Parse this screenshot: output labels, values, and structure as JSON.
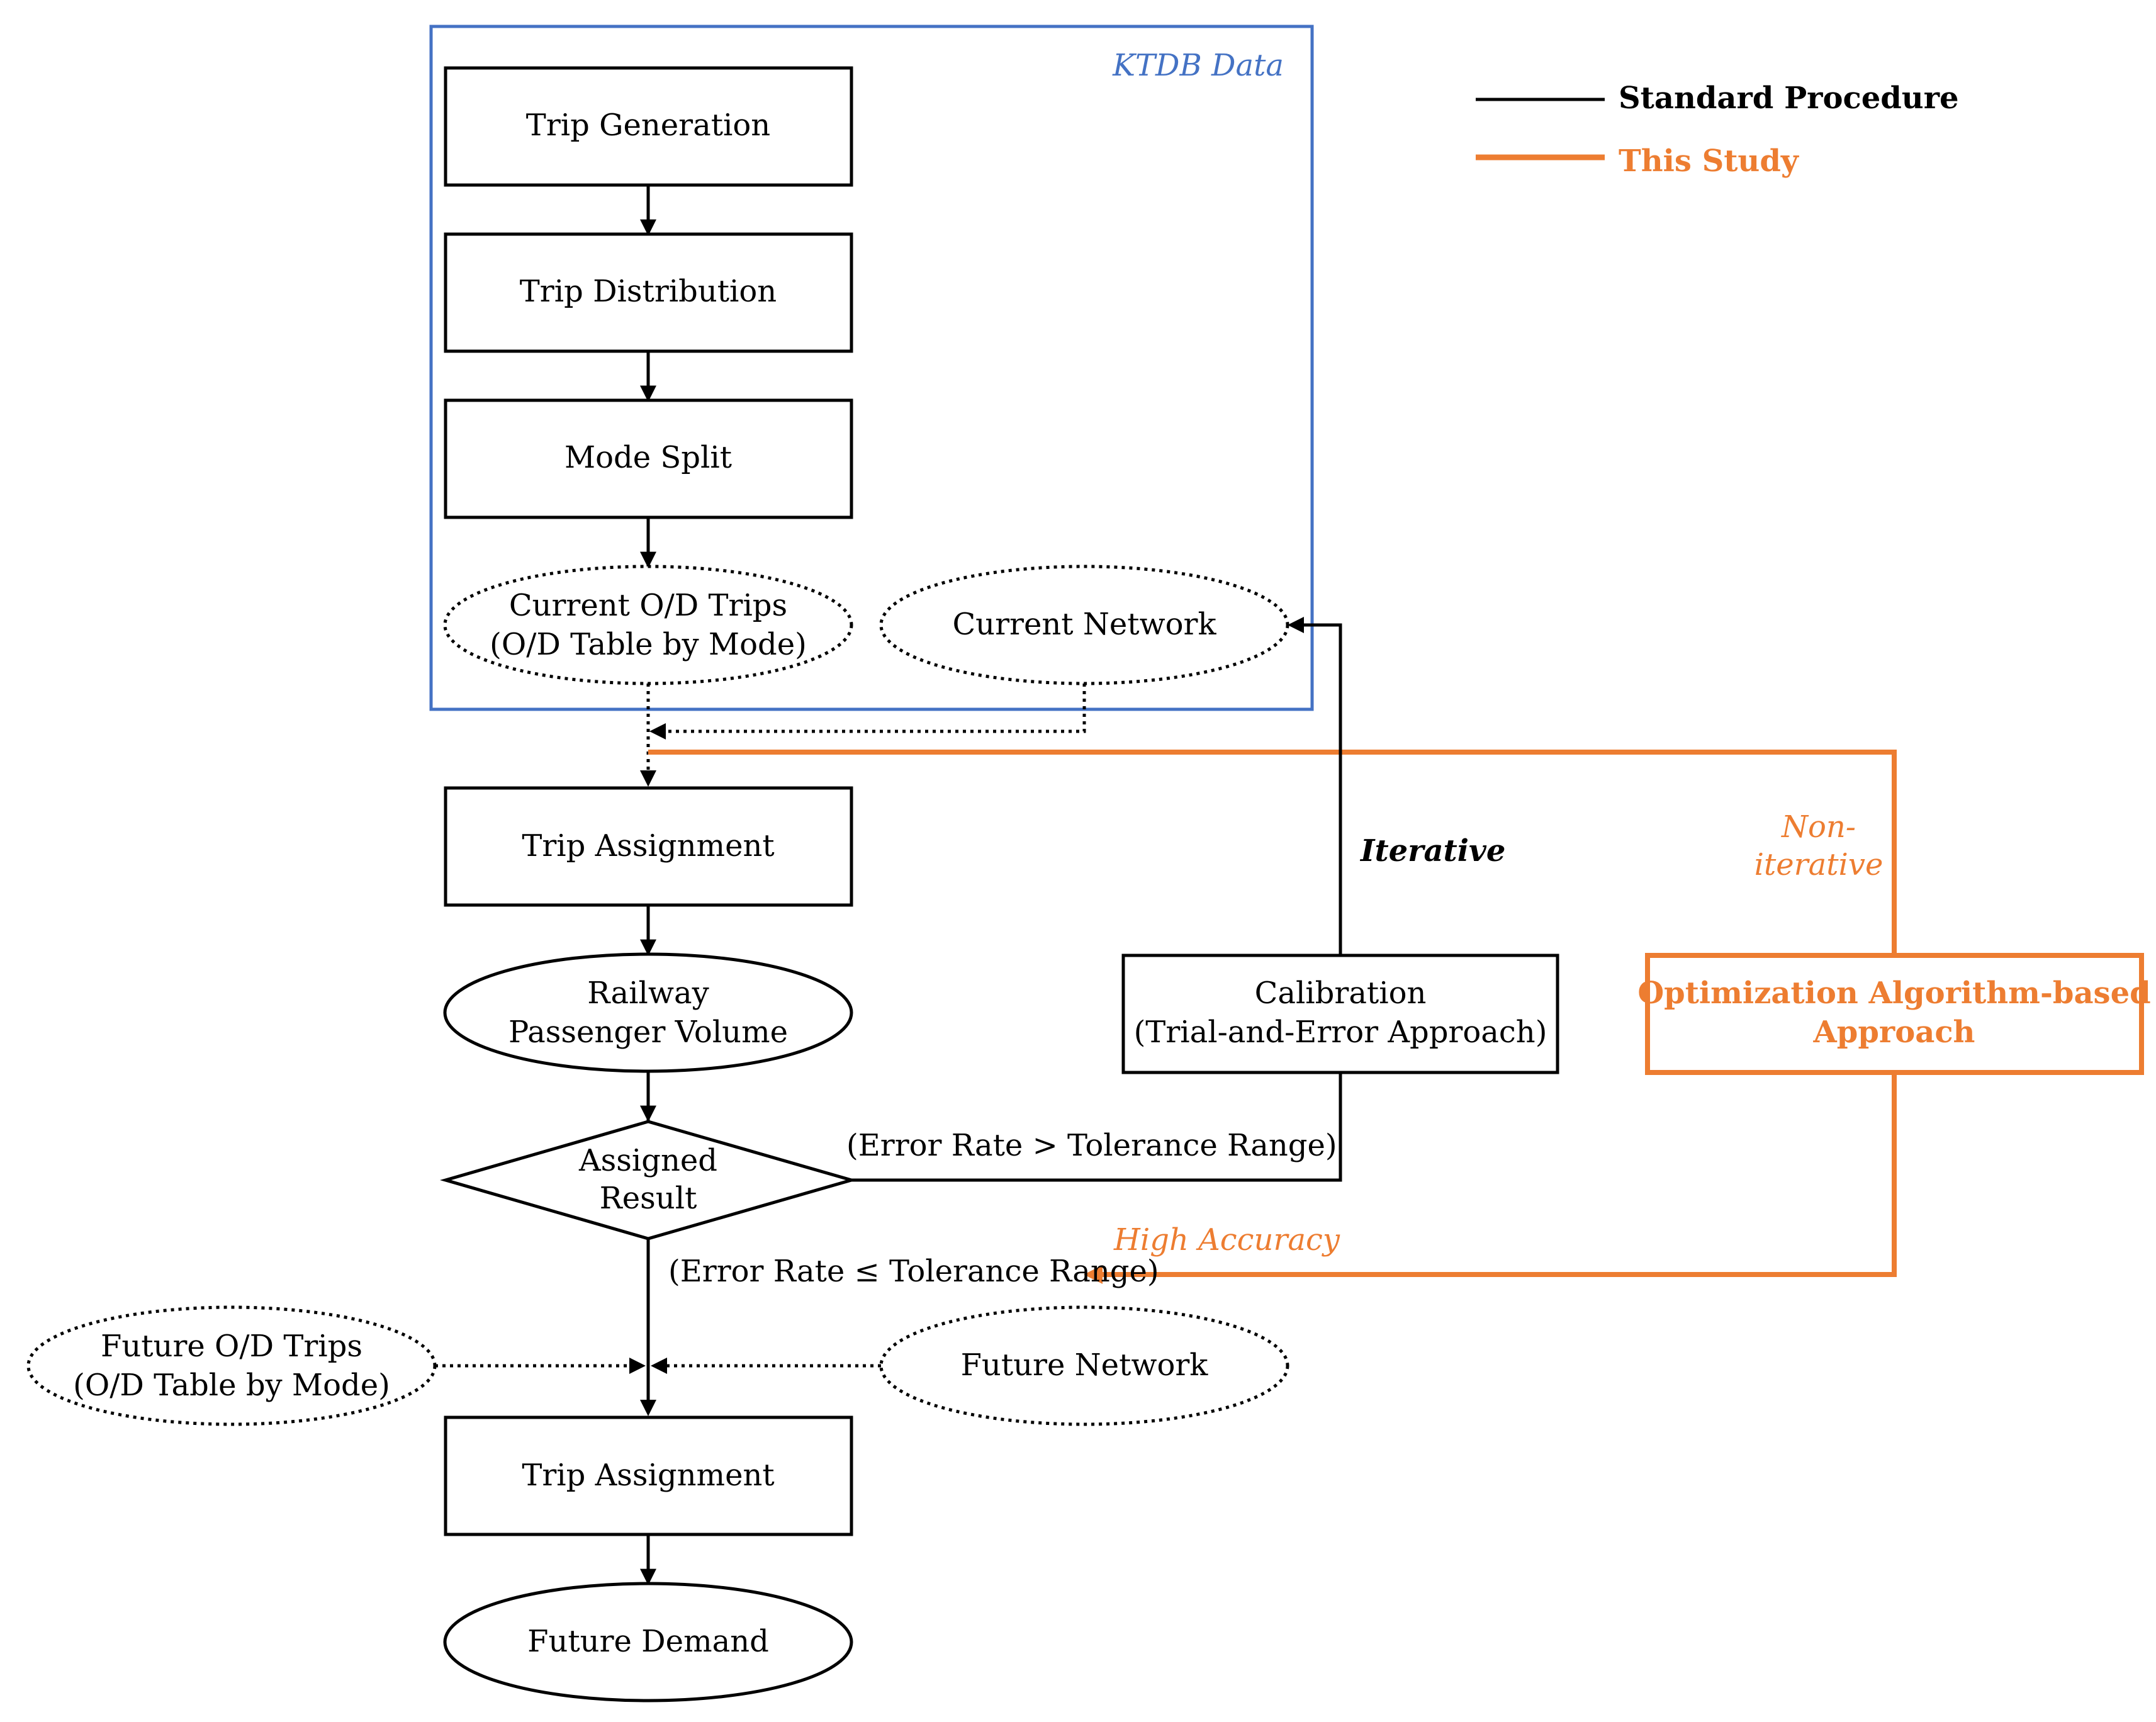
{
  "colors": {
    "ktdb_frame": "#4472C4",
    "this_study": "#ED7D31",
    "standard": "#000000"
  },
  "ktdb": {
    "label": "KTDB Data"
  },
  "legend": {
    "standard": "Standard Procedure",
    "study": "This Study"
  },
  "nodes": {
    "trip_generation": "Trip Generation",
    "trip_distribution": "Trip Distribution",
    "mode_split": "Mode Split",
    "current_od_line1": "Current O/D Trips",
    "current_od_line2": "(O/D Table by Mode)",
    "current_network": "Current Network",
    "trip_assignment_1": "Trip Assignment",
    "railway_line1": "Railway",
    "railway_line2": "Passenger Volume",
    "assigned_line1": "Assigned",
    "assigned_line2": "Result",
    "calibration_line1": "Calibration",
    "calibration_line2": "(Trial-and-Error Approach)",
    "optimization_line1": "Optimization Algorithm-based",
    "optimization_line2": "Approach",
    "future_od_line1": "Future O/D Trips",
    "future_od_line2": "(O/D Table by Mode)",
    "future_network": "Future Network",
    "trip_assignment_2": "Trip Assignment",
    "future_demand": "Future Demand"
  },
  "edge_labels": {
    "iterative": "Iterative",
    "non_iterative_line1": "Non-",
    "non_iterative_line2": "iterative",
    "error_gt": "(Error Rate > Tolerance Range)",
    "error_le": "(Error Rate ≤ Tolerance Range)",
    "high_accuracy": "High Accuracy"
  }
}
